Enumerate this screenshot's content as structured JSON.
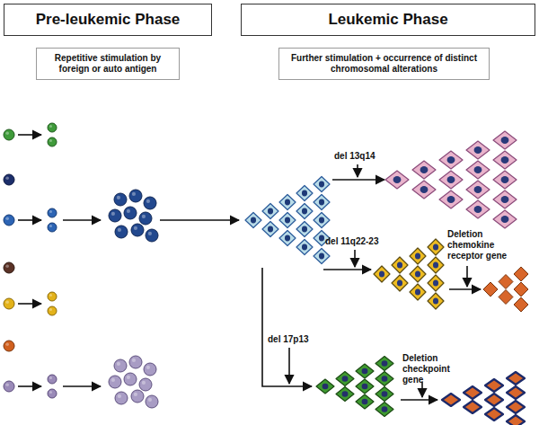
{
  "diagram": {
    "nodes": [
      {
        "text": [
          "Pre-leukemic Phase"
        ]
      },
      {
        "text": [
          "Leukemic Phase"
        ]
      },
      {
        "text": [
          "Repetitive stimulation by foreign or auto antigen"
        ]
      },
      {
        "text": [
          "Further stimulation + occurrence of distinct chromosomal alterations"
        ]
      }
    ],
    "labels": [
      "del 13q14",
      "del 11q22-23",
      "Deletion chemokine receptor gene",
      "del 17p13",
      "Deletion checkpoint gene"
    ]
  }
}
